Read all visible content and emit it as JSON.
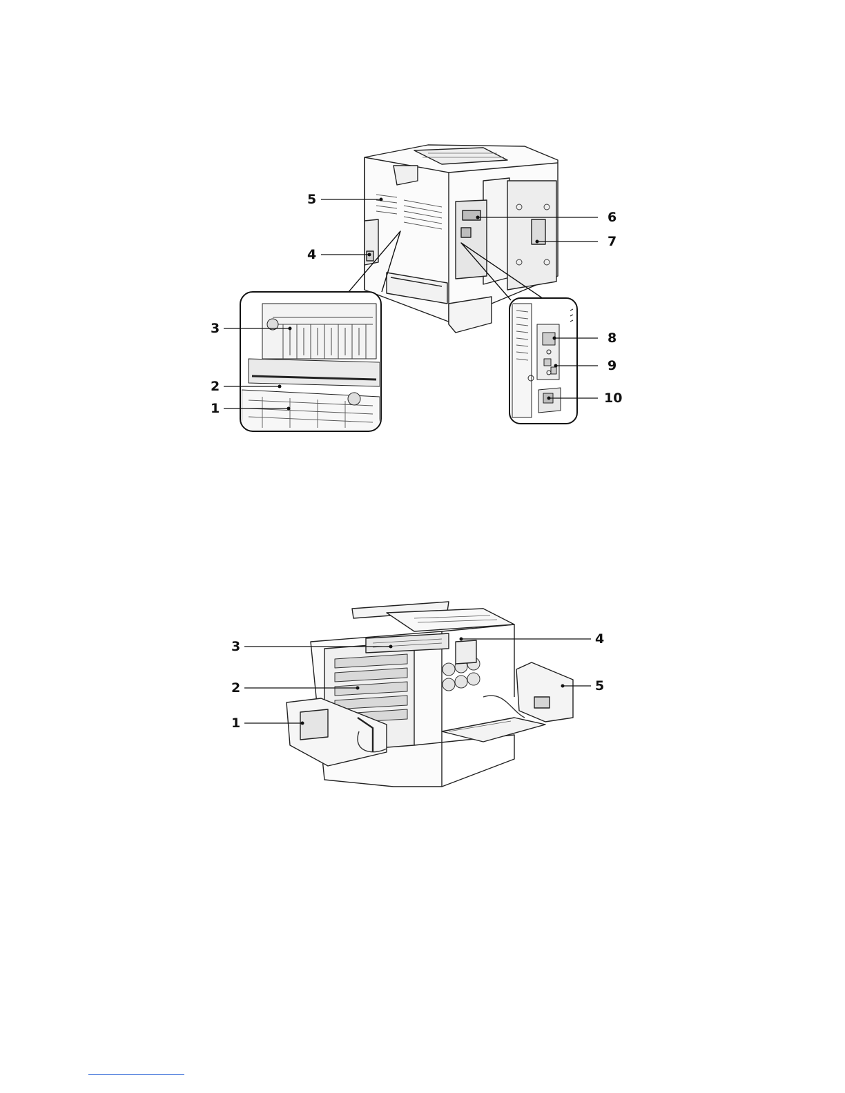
{
  "figure_rear": {
    "callouts": [
      {
        "id": "1",
        "label": "1"
      },
      {
        "id": "2",
        "label": "2"
      },
      {
        "id": "3",
        "label": "3"
      },
      {
        "id": "4",
        "label": "4"
      },
      {
        "id": "5",
        "label": "5"
      },
      {
        "id": "6",
        "label": "6"
      },
      {
        "id": "7",
        "label": "7"
      },
      {
        "id": "8",
        "label": "8"
      },
      {
        "id": "9",
        "label": "9"
      },
      {
        "id": "10",
        "label": "10"
      }
    ]
  },
  "figure_internal": {
    "callouts": [
      {
        "id": "1",
        "label": "1"
      },
      {
        "id": "2",
        "label": "2"
      },
      {
        "id": "3",
        "label": "3"
      },
      {
        "id": "4",
        "label": "4"
      },
      {
        "id": "5",
        "label": "5"
      }
    ]
  }
}
